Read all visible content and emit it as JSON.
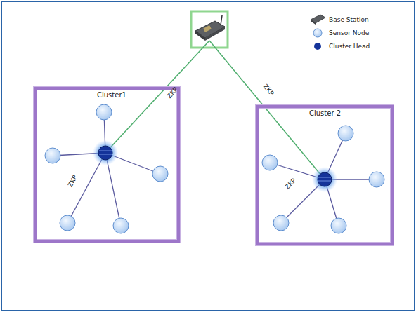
{
  "diagram": {
    "nodes": [
      {
        "text": [
          "Cluster1"
        ]
      },
      {
        "text": [
          "Cluster 2"
        ]
      }
    ],
    "labels": [
      "ZKP",
      "ZKP",
      "ZKP",
      "ZKP"
    ],
    "legend": [
      {
        "text": "Base Station"
      },
      {
        "text": "Sensor Node"
      },
      {
        "text": "Cluster Head"
      }
    ]
  }
}
